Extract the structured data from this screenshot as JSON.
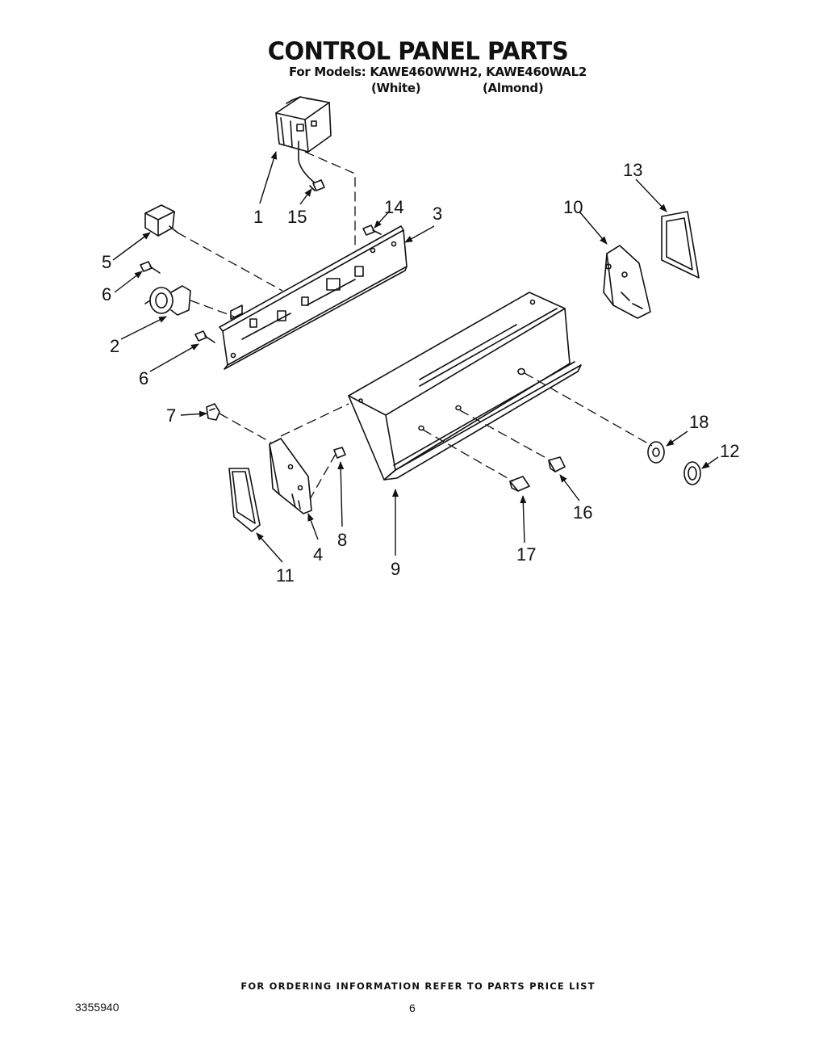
{
  "page": {
    "title": "CONTROL PANEL PARTS",
    "models_line": "For Models: KAWE460WWH2, KAWE460WAL2",
    "color_white": "(White)",
    "color_almond": "(Almond)",
    "footer": "FOR ORDERING INFORMATION REFER TO PARTS PRICE LIST",
    "doc_number": "3355940",
    "page_number": "6"
  },
  "callouts": [
    "1",
    "2",
    "3",
    "4",
    "5",
    "6",
    "6",
    "7",
    "8",
    "9",
    "10",
    "11",
    "12",
    "13",
    "14",
    "15",
    "16",
    "17",
    "18"
  ]
}
